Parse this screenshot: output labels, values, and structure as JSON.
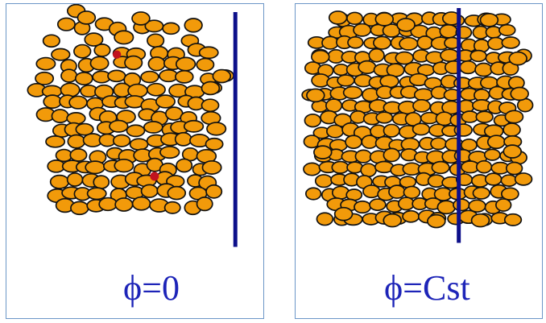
{
  "panels": [
    {
      "id": "left",
      "label": "ϕ=0"
    },
    {
      "id": "right",
      "label": "ϕ=Cst"
    }
  ],
  "colors": {
    "particle_fill": "#f29a0a",
    "particle_stroke": "#111111",
    "line": "#0c0f8a",
    "label": "#1d24b8",
    "panel_border": "#6b96c7",
    "defect_fill": "#c1121f"
  },
  "icons": {
    "particle": "ellipse-particle",
    "defect": "red-defect"
  }
}
